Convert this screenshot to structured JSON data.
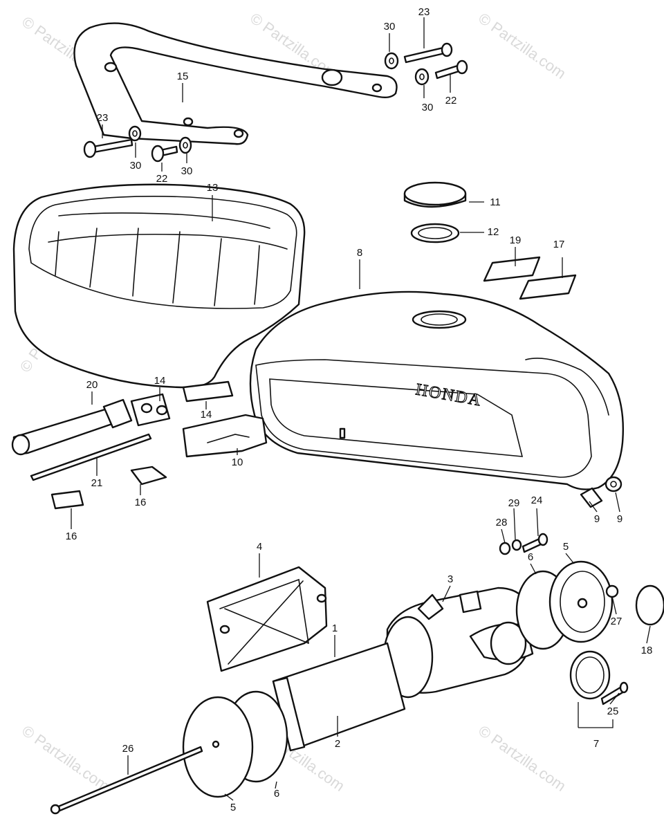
{
  "watermark": "© Partzilla.com",
  "tank_emblem": "HONDA",
  "callouts": {
    "c1": "1",
    "c2": "2",
    "c3": "3",
    "c4": "4",
    "c5a": "5",
    "c5b": "5",
    "c6a": "6",
    "c6b": "6",
    "c7": "7",
    "c8": "8",
    "c9a": "9",
    "c9b": "9",
    "c10": "10",
    "c11": "11",
    "c12": "12",
    "c13": "13",
    "c14a": "14",
    "c14b": "14",
    "c15": "15",
    "c16a": "16",
    "c16b": "16",
    "c17": "17",
    "c18": "18",
    "c19": "19",
    "c20": "20",
    "c21": "21",
    "c22a": "22",
    "c22b": "22",
    "c23a": "23",
    "c23b": "23",
    "c24": "24",
    "c25": "25",
    "c26": "26",
    "c27": "27",
    "c28": "28",
    "c29": "29",
    "c30a": "30",
    "c30b": "30",
    "c30c": "30",
    "c30d": "30"
  }
}
